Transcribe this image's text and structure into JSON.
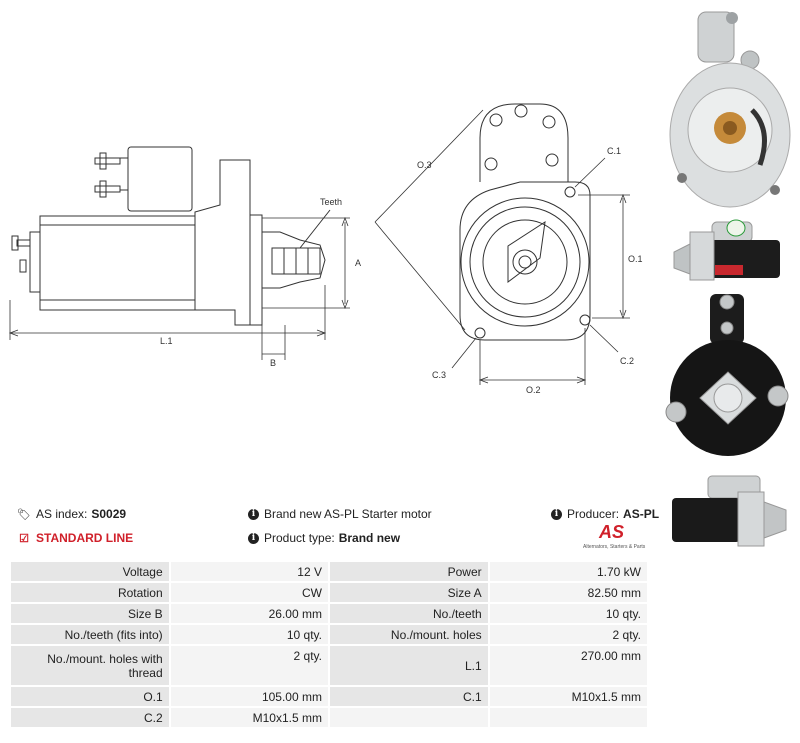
{
  "drawing": {
    "teeth_label": "Teeth",
    "dim_a": "A",
    "dim_b": "B",
    "dim_l1": "L.1",
    "dim_o3": "O.3",
    "dim_c1": "C.1",
    "dim_o1": "O.1",
    "dim_c2": "C.2",
    "dim_c3": "C.3",
    "dim_o2": "O.2"
  },
  "info": {
    "as_index_label": "AS index:",
    "as_index_value": "S0029",
    "description": "Brand new AS-PL Starter motor",
    "producer_label": "Producer:",
    "producer_value": "AS-PL",
    "standard_line": "STANDARD LINE",
    "product_type_label": "Product type:",
    "product_type_value": "Brand new",
    "logo_text": "AS",
    "logo_tagline": "Alternators, Starters & Parts"
  },
  "colors": {
    "brand_red": "#d0202a",
    "key_cell": "#e6e6e6",
    "value_cell": "#f4f4f4"
  },
  "specs": [
    [
      {
        "k": "Voltage",
        "v": "12 V"
      },
      {
        "k": "Power",
        "v": "1.70 kW"
      }
    ],
    [
      {
        "k": "Rotation",
        "v": "CW"
      },
      {
        "k": "Size A",
        "v": "82.50 mm"
      }
    ],
    [
      {
        "k": "Size B",
        "v": "26.00 mm"
      },
      {
        "k": "No./teeth",
        "v": "10 qty."
      }
    ],
    [
      {
        "k": "No./teeth (fits into)",
        "v": "10 qty."
      },
      {
        "k": "No./mount. holes",
        "v": "2 qty."
      }
    ],
    [
      {
        "k": "No./mount. holes with thread",
        "v": "2 qty."
      },
      {
        "k": "L.1",
        "v": "270.00 mm"
      }
    ],
    [
      {
        "k": "O.1",
        "v": "105.00 mm"
      },
      {
        "k": "C.1",
        "v": "M10x1.5 mm"
      }
    ],
    [
      {
        "k": "C.2",
        "v": "M10x1.5 mm"
      },
      {
        "k": "",
        "v": ""
      }
    ]
  ]
}
